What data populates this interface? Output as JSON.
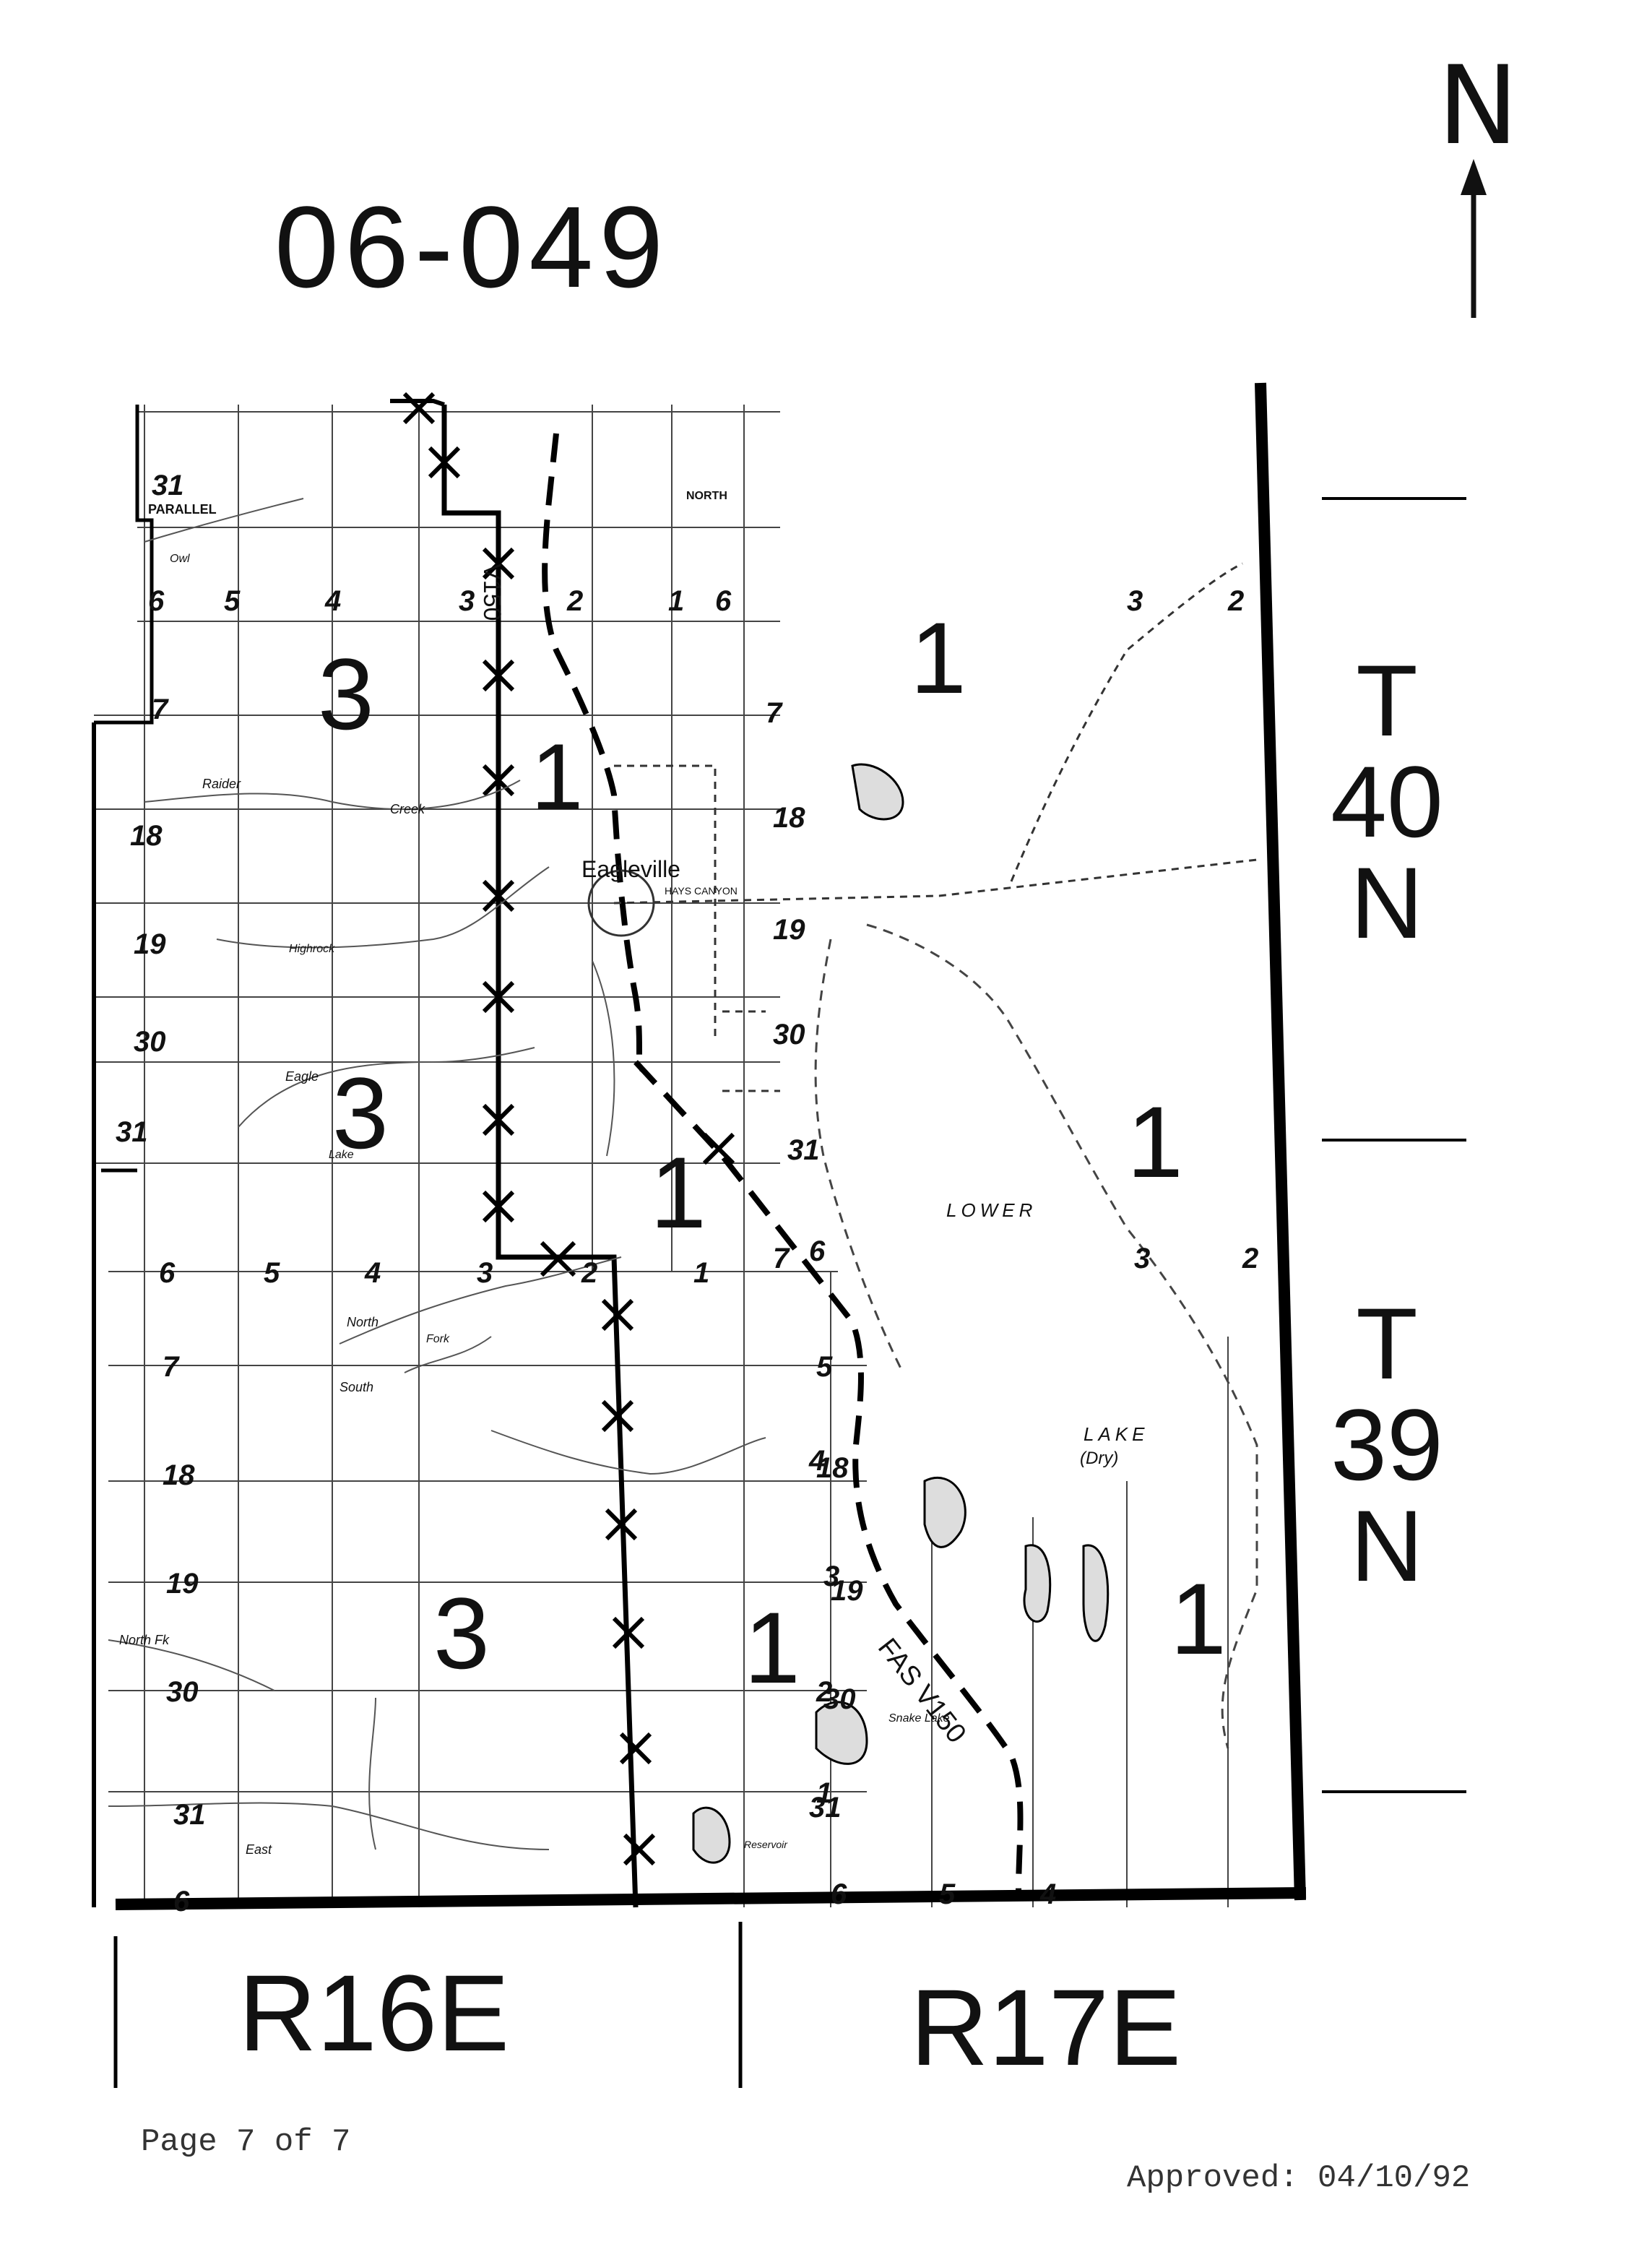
{
  "header": {
    "map_number": "06-049",
    "north_label": "N"
  },
  "townships": [
    {
      "t": "T",
      "num": "40",
      "dir": "N"
    },
    {
      "t": "T",
      "num": "39",
      "dir": "N"
    }
  ],
  "ranges": [
    "R16E",
    "R17E"
  ],
  "zones": {
    "z1": "3",
    "z2": "3",
    "z3": "3",
    "z4": "1",
    "z5": "1",
    "z6": "1",
    "z7": "1",
    "z8": "1"
  },
  "place_labels": {
    "eagleville": "Eagleville",
    "lower_lake": "LOWER",
    "lake_dry": "LAKE",
    "dry": "(Dry)",
    "road_v150": "V150",
    "road_fas_v150": "FAS V150",
    "parallel": "PARALLEL",
    "north": "NORTH",
    "raider_creek": "Raider",
    "creek": "Creek",
    "highrock": "Highrock",
    "north_fork": "North",
    "fork": "Fork",
    "south": "South",
    "north_fk": "North Fk",
    "east": "East",
    "snake_lake": "Snake Lake",
    "hays_canyon": "HAYS CANYON",
    "owl": "Owl",
    "eagle_lake": "Eagle",
    "lake": "Lake",
    "reservoir": "Reservoir"
  },
  "section_numbers": [
    "31",
    "6",
    "5",
    "4",
    "3",
    "2",
    "1",
    "6",
    "7",
    "18",
    "19",
    "30",
    "31",
    "6",
    "5",
    "4",
    "3",
    "2",
    "1",
    "6",
    "7",
    "18",
    "19",
    "30",
    "31",
    "6",
    "5",
    "4",
    "3",
    "2",
    "1",
    "3",
    "2",
    "3",
    "2",
    "7",
    "18",
    "19",
    "30",
    "31",
    "6",
    "7",
    "18",
    "19",
    "30",
    "31",
    "6",
    "5",
    "4"
  ],
  "footer": {
    "page": "Page 7 of 7",
    "approved": "Approved: 04/10/92"
  }
}
